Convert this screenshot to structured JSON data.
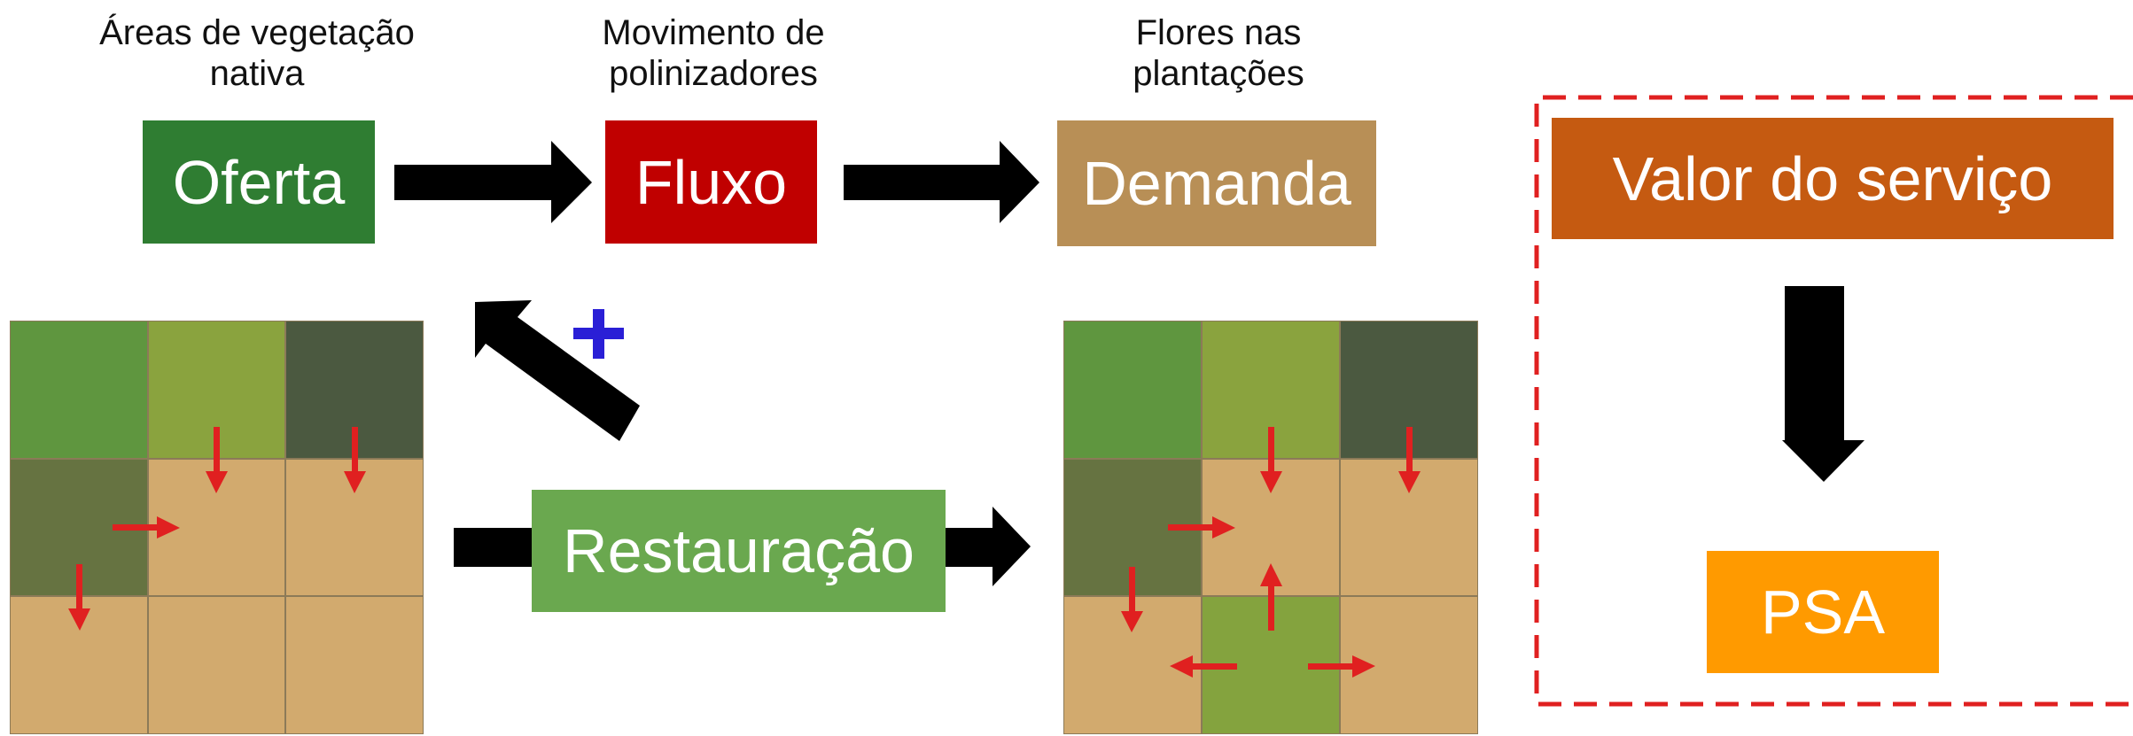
{
  "captions": {
    "supply": "Áreas de vegetação nativa",
    "flow": "Movimento de polinizadores",
    "demand": "Flores nas plantações"
  },
  "boxes": {
    "supply": "Oferta",
    "flow": "Fluxo",
    "demand": "Demanda",
    "restoration": "Restauração",
    "service_value": "Valor do serviço",
    "psa": "PSA"
  },
  "plus_symbol": "+",
  "colors": {
    "supply_box": "#2f7d32",
    "flow_box": "#c00000",
    "demand_box": "#b88f56",
    "restoration_box": "#6aa84f",
    "service_value_box": "#c55a11",
    "psa_box": "#ff9a00",
    "arrow": "#000000",
    "pollinator_arrow": "#e02020",
    "plus": "#2a1fd6",
    "dashed_border": "#e02020",
    "field": "#d2aa6e",
    "forest_mid": "#5f963f",
    "forest_light": "#8aa33e",
    "forest_dark": "#4b5940",
    "forest_olive": "#667341",
    "restored_cell": "#84a33e"
  },
  "grids": {
    "before": [
      [
        "forest_mid",
        "forest_light",
        "forest_dark"
      ],
      [
        "forest_olive",
        "field",
        "field"
      ],
      [
        "field",
        "field",
        "field"
      ]
    ],
    "after": [
      [
        "forest_mid",
        "forest_light",
        "forest_dark"
      ],
      [
        "forest_olive",
        "field",
        "field"
      ],
      [
        "field",
        "restored_cell",
        "field"
      ]
    ]
  }
}
